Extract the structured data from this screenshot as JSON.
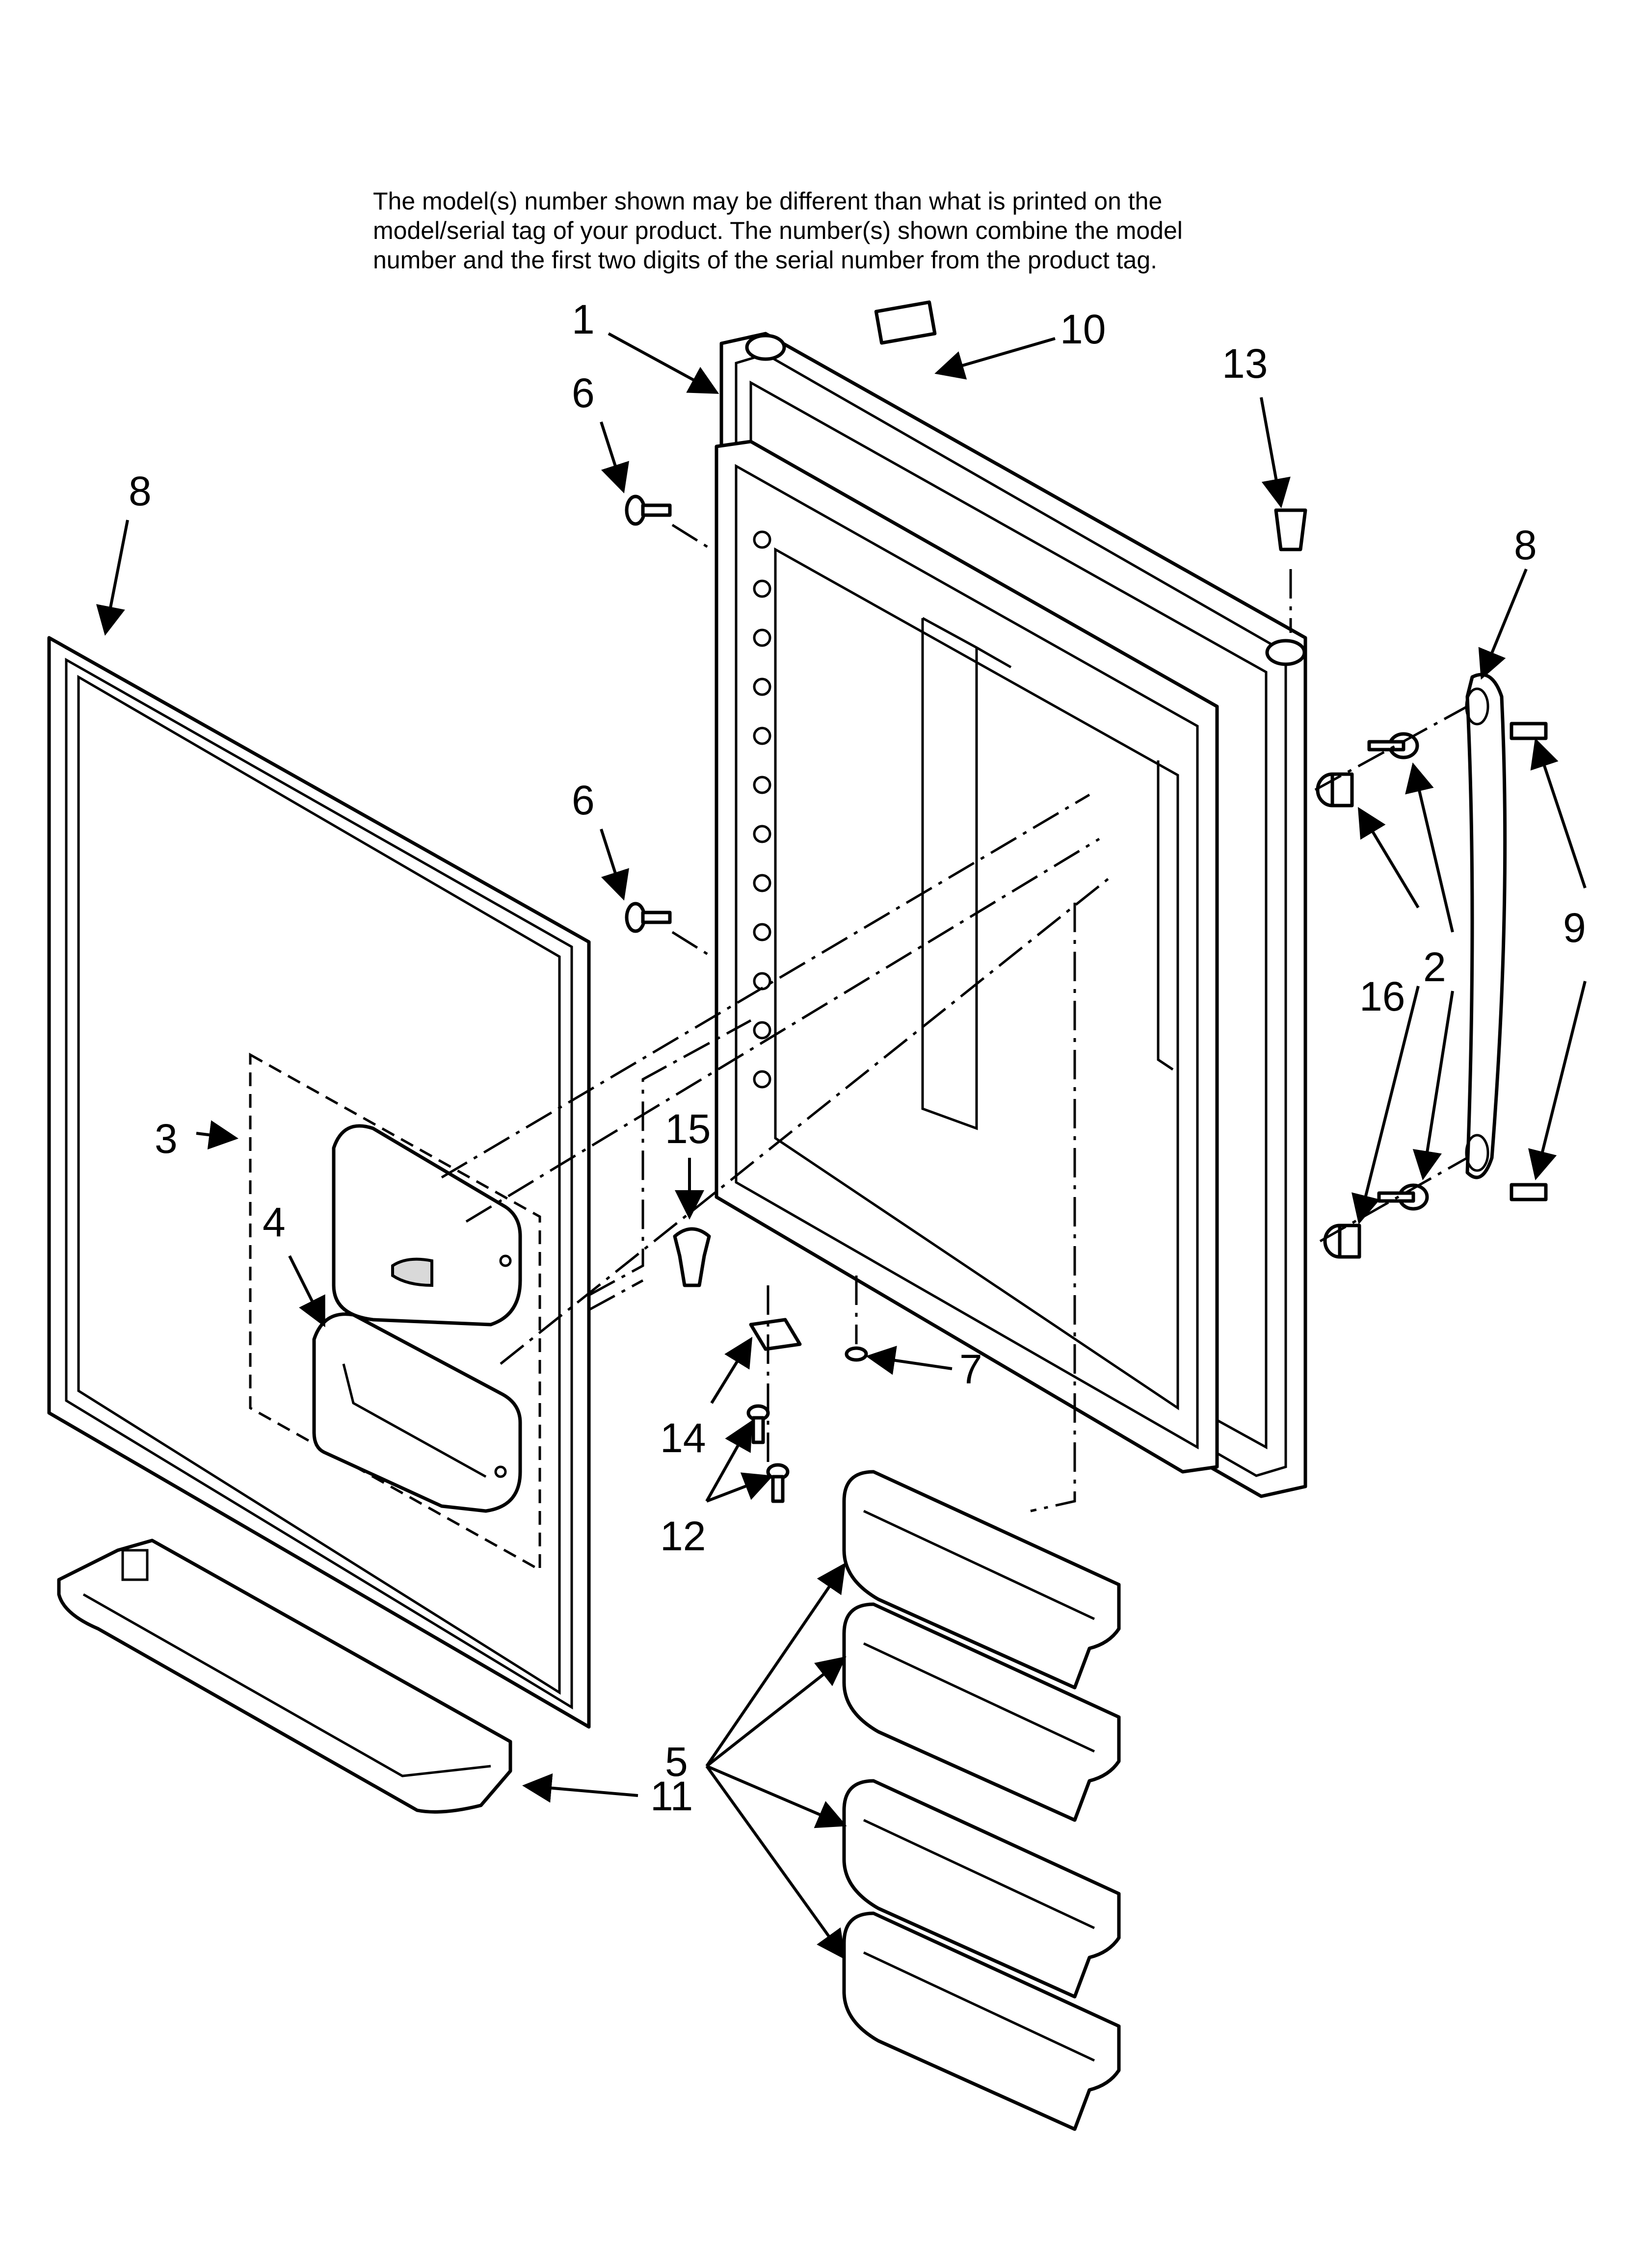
{
  "notice": {
    "line1": "The model(s) number shown may be different than what is printed on the",
    "line2": "model/serial tag of your product. The number(s) shown combine the model",
    "line3": "number and the first two digits of the serial number from the product tag."
  },
  "callouts": {
    "c1": "1",
    "c2": "2",
    "c3": "3",
    "c4": "4",
    "c5": "5",
    "c6a": "6",
    "c6b": "6",
    "c7": "7",
    "c8a": "8",
    "c8b": "8",
    "c9": "9",
    "c10": "10",
    "c11": "11",
    "c12": "12",
    "c13": "13",
    "c14": "14",
    "c15": "15",
    "c16": "16"
  }
}
